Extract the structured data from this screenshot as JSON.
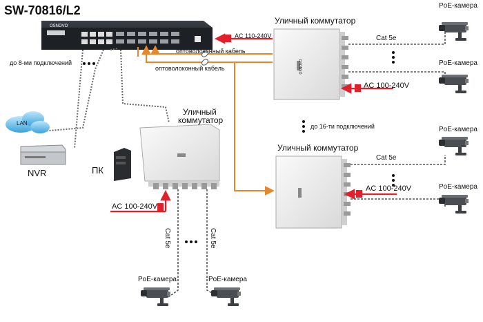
{
  "title": "SW-70816/L2",
  "switch_brand": "OSNOVO",
  "labels": {
    "street_switch_1": "Уличный коммутатор",
    "street_switch_2": "Уличный коммутатор",
    "street_switch_3_line1": "Уличный",
    "street_switch_3_line2": "коммутатор",
    "fiber_cable_1": "оптоволоконный кабель",
    "fiber_cable_2": "оптоволоконный кабель",
    "up_to_8": "до 8-ми подключений",
    "up_to_16": "до 16-ти подключений",
    "ac_110_240": "AC 110-240V",
    "ac_100_240_a": "AC 100-240V",
    "ac_100_240_b": "AC 100-240V",
    "ac_100_240_c": "AC 100-240V",
    "cat5e_a": "Cat 5e",
    "cat5e_b": "Cat 5e",
    "cat5e_c": "Cat 5e",
    "cat5e_d": "Cat 5e",
    "lan": "LAN",
    "nvr": "NVR",
    "pc": "ПК",
    "poe_cam_1": "PoE-камера",
    "poe_cam_2": "PoE-камера",
    "poe_cam_3": "PoE-камера",
    "poe_cam_4": "PoE-камера",
    "poe_cam_5": "PoE-камера",
    "poe_cam_6": "PoE-камера",
    "enclosure_brand": "OSNOVO"
  },
  "colors": {
    "fiber": "#e8862a",
    "power": "#e0202a",
    "cable": "#555555",
    "enclosure": "#eeeeee"
  }
}
